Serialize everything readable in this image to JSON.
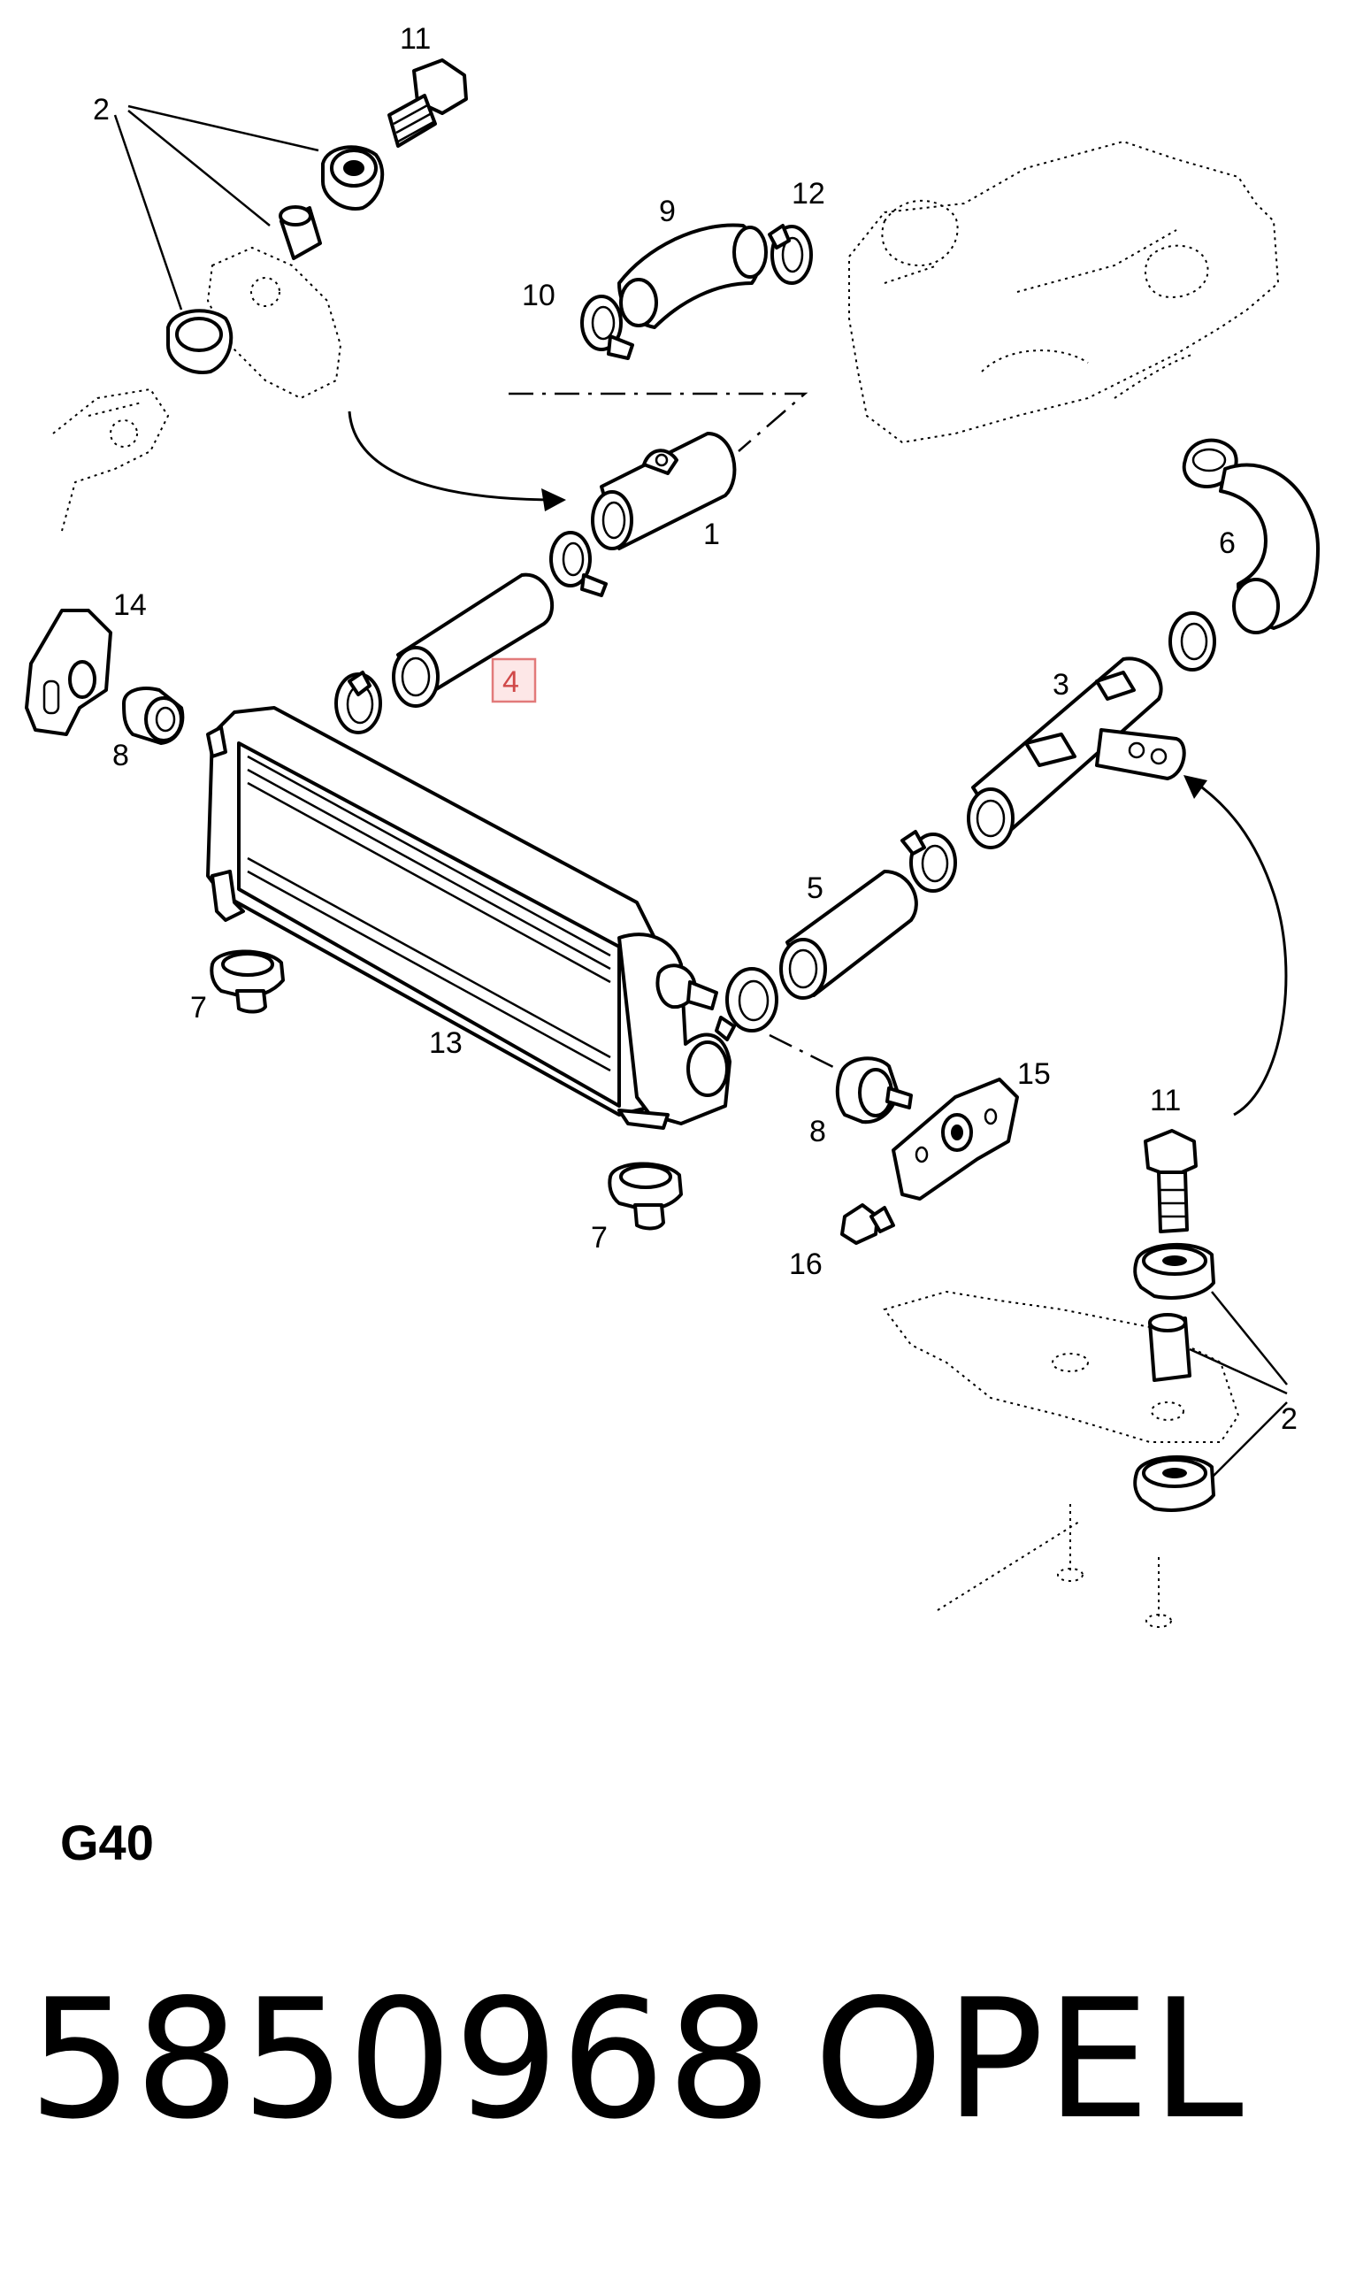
{
  "diagram": {
    "callouts": {
      "c1": "1",
      "c2a": "2",
      "c2b": "2",
      "c3": "3",
      "c4": "4",
      "c5": "5",
      "c6": "6",
      "c7a": "7",
      "c7b": "7",
      "c8a": "8",
      "c8b": "8",
      "c9": "9",
      "c10": "10",
      "c11a": "11",
      "c11b": "11",
      "c12": "12",
      "c13": "13",
      "c14": "14",
      "c15": "15",
      "c16": "16"
    },
    "highlighted_callout": "4"
  },
  "footer": {
    "diagram_code": "G40",
    "part_number": "5850968",
    "brand": "OPEL"
  }
}
